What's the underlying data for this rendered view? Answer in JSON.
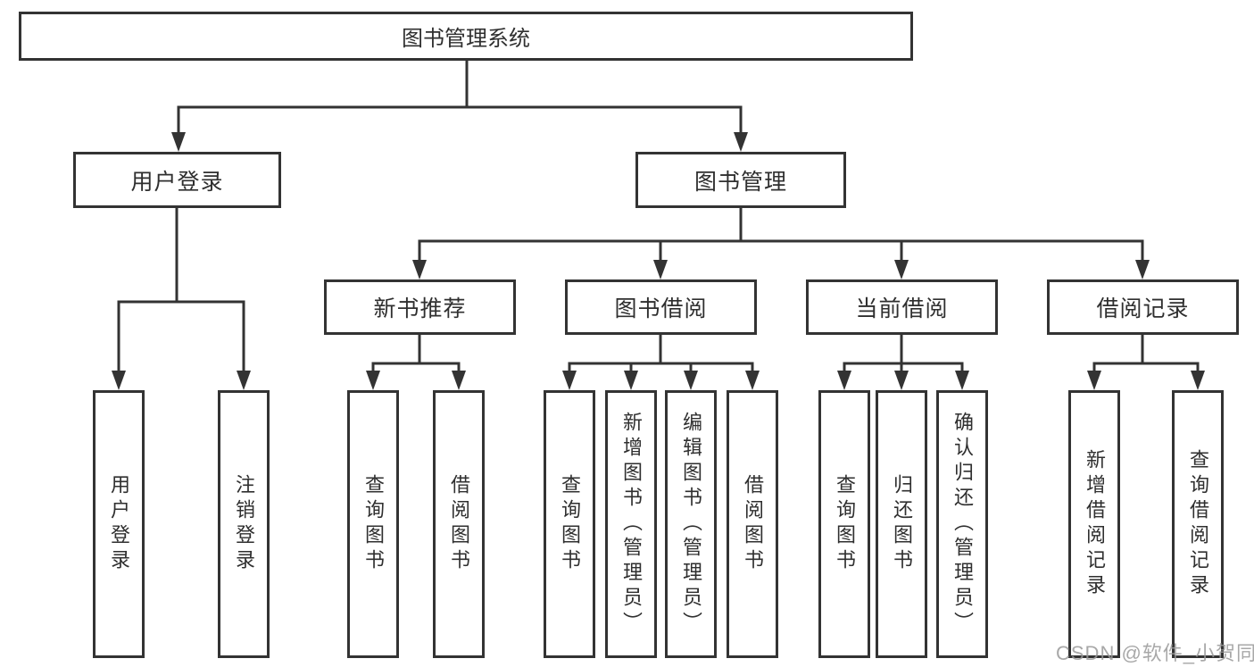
{
  "tree": {
    "root": "图书管理系统",
    "branches": [
      {
        "label": "用户登录",
        "children": [
          "用户登录",
          "注销登录"
        ]
      },
      {
        "label": "图书管理",
        "groups": [
          {
            "label": "新书推荐",
            "children": [
              "查询图书",
              "借阅图书"
            ]
          },
          {
            "label": "图书借阅",
            "children": [
              "查询图书",
              "新增图书（管理员）",
              "编辑图书（管理员）",
              "借阅图书"
            ]
          },
          {
            "label": "当前借阅",
            "children": [
              "查询图书",
              "归还图书",
              "确认归还（管理员）"
            ]
          },
          {
            "label": "借阅记录",
            "children": [
              "新增借阅记录",
              "查询借阅记录"
            ]
          }
        ]
      }
    ]
  },
  "watermark": "CSDN @软件_小贺同学",
  "colors": {
    "line": "#333333",
    "text": "#2f2f2f",
    "watermark": "#999999",
    "background": "#ffffff"
  }
}
